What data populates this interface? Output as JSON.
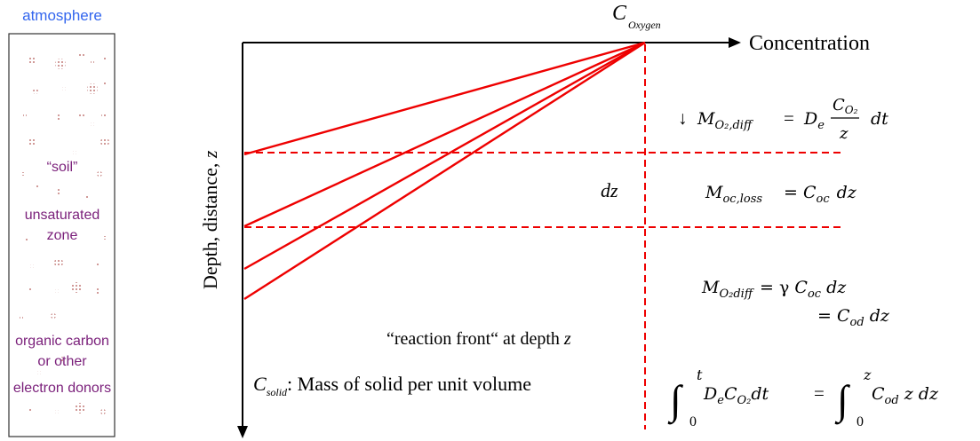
{
  "soil_panel": {
    "top_label": "atmosphere",
    "soil_label": "“soil”",
    "zone_line1": "unsaturated",
    "zone_line2": "zone",
    "donor_line1": "organic carbon",
    "donor_line2": "or other",
    "donor_line3": "electron donors",
    "colors": {
      "top_label": "#3366ee",
      "labels": "#7a1f7a",
      "dots": "#b0524f",
      "border": "#333333"
    }
  },
  "axes": {
    "x_label": "Concentration",
    "y_label_text": "Depth, distance, ",
    "y_label_var": "z",
    "top_symbol_main": "C",
    "top_symbol_sub": "Oxygen"
  },
  "labels": {
    "dz": "dz",
    "reaction_front_text": "“reaction front“ at depth ",
    "reaction_front_var": "z",
    "solid_symbol_main": "C",
    "solid_symbol_sub": "solid",
    "solid_desc": ": Mass of solid per unit volume"
  },
  "equations": {
    "eq1": {
      "arrow": "↓",
      "lhs_main": "M",
      "lhs_sub": "O₂,diff",
      "eq": "=",
      "De_main": "D",
      "De_sub": "e",
      "num_main": "C",
      "num_sub": "O₂",
      "den": "z",
      "tail": "dt"
    },
    "eq2": {
      "lhs_main": "M",
      "lhs_sub": "oc,loss",
      "rhs": "= ",
      "c_main": "C",
      "c_sub": "oc",
      "tail": "dz"
    },
    "eq3": {
      "lhs_main": "M",
      "lhs_sub": "O₂diff",
      "line1_rhs": "= γ ",
      "c1_main": "C",
      "c1_sub": "oc",
      "line1_tail": " dz",
      "line2_eq": "= ",
      "c2_main": "C",
      "c2_sub": "od",
      "line2_tail": " dz"
    },
    "eq4": {
      "int_sym": "∫",
      "left_upper": "t",
      "left_lower": "0",
      "left_body": "D",
      "left_De_sub": "e",
      "left_C": "C",
      "left_C_sub": "O₂",
      "left_tail": "dt",
      "eq": "=",
      "right_upper": "z",
      "right_lower": "0",
      "right_C": "C",
      "right_C_sub": "od",
      "right_tail": " z dz"
    }
  },
  "colors": {
    "profile_lines": "#ee0000",
    "axes": "#000000"
  }
}
